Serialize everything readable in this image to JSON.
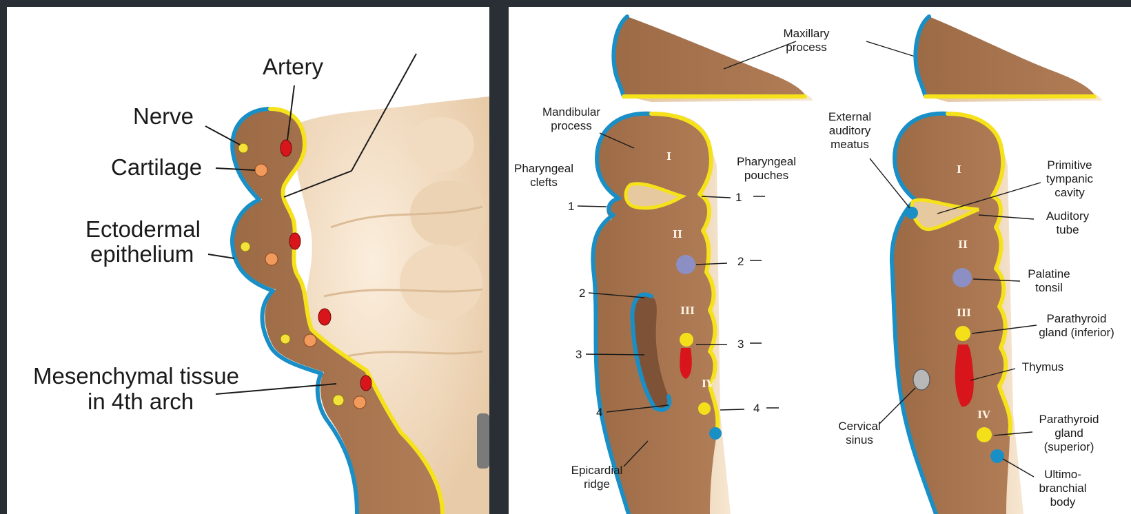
{
  "panel_a": {
    "labels": {
      "artery": "Artery",
      "nerve": "Nerve",
      "cartilage": "Cartilage",
      "ectodermal_1": "Ectodermal",
      "ectodermal_2": "epithelium",
      "mesenchymal_1": "Mesenchymal tissue",
      "mesenchymal_2": "in 4th arch"
    }
  },
  "panel_b": {
    "maxillary_1": "Maxillary",
    "maxillary_2": "process",
    "mandibular_1": "Mandibular",
    "mandibular_2": "process",
    "clefts_1": "Pharyngeal",
    "clefts_2": "clefts",
    "pouches_1": "Pharyngeal",
    "pouches_2": "pouches",
    "epicardial_1": "Epicardial",
    "epicardial_2": "ridge",
    "cleft_numbers": [
      "1",
      "2",
      "3",
      "4"
    ],
    "pouch_numbers": [
      "1",
      "2",
      "3",
      "4"
    ],
    "arch_numerals": [
      "I",
      "II",
      "III",
      "IV"
    ]
  },
  "panel_c": {
    "external_1": "External",
    "external_2": "auditory",
    "external_3": "meatus",
    "primitive_1": "Primitive",
    "primitive_2": "tympanic",
    "primitive_3": "cavity",
    "auditory_1": "Auditory",
    "auditory_2": "tube",
    "palatine_1": "Palatine",
    "palatine_2": "tonsil",
    "parainf_1": "Parathyroid",
    "parainf_2": "gland (inferior)",
    "thymus": "Thymus",
    "cervical_1": "Cervical",
    "cervical_2": "sinus",
    "parasup_1": "Parathyroid",
    "parasup_2": "gland",
    "parasup_3": "(superior)",
    "ultimo_1": "Ultimo-",
    "ultimo_2": "branchial",
    "ultimo_3": "body",
    "arch_numerals": [
      "I",
      "II",
      "III",
      "IV"
    ]
  },
  "colors": {
    "ectoderm": "#1a8fc6",
    "endoderm": "#f5e21a",
    "mesenchyme": "#a9754f",
    "artery": "#d8151b",
    "nerve": "#f4e23a",
    "cartilage": "#f29a5c",
    "tonsil": "#8c8fc4",
    "thymus": "#d8151b",
    "parathyroid": "#f4e01a",
    "cervical_sinus": "#9a9a9a"
  }
}
